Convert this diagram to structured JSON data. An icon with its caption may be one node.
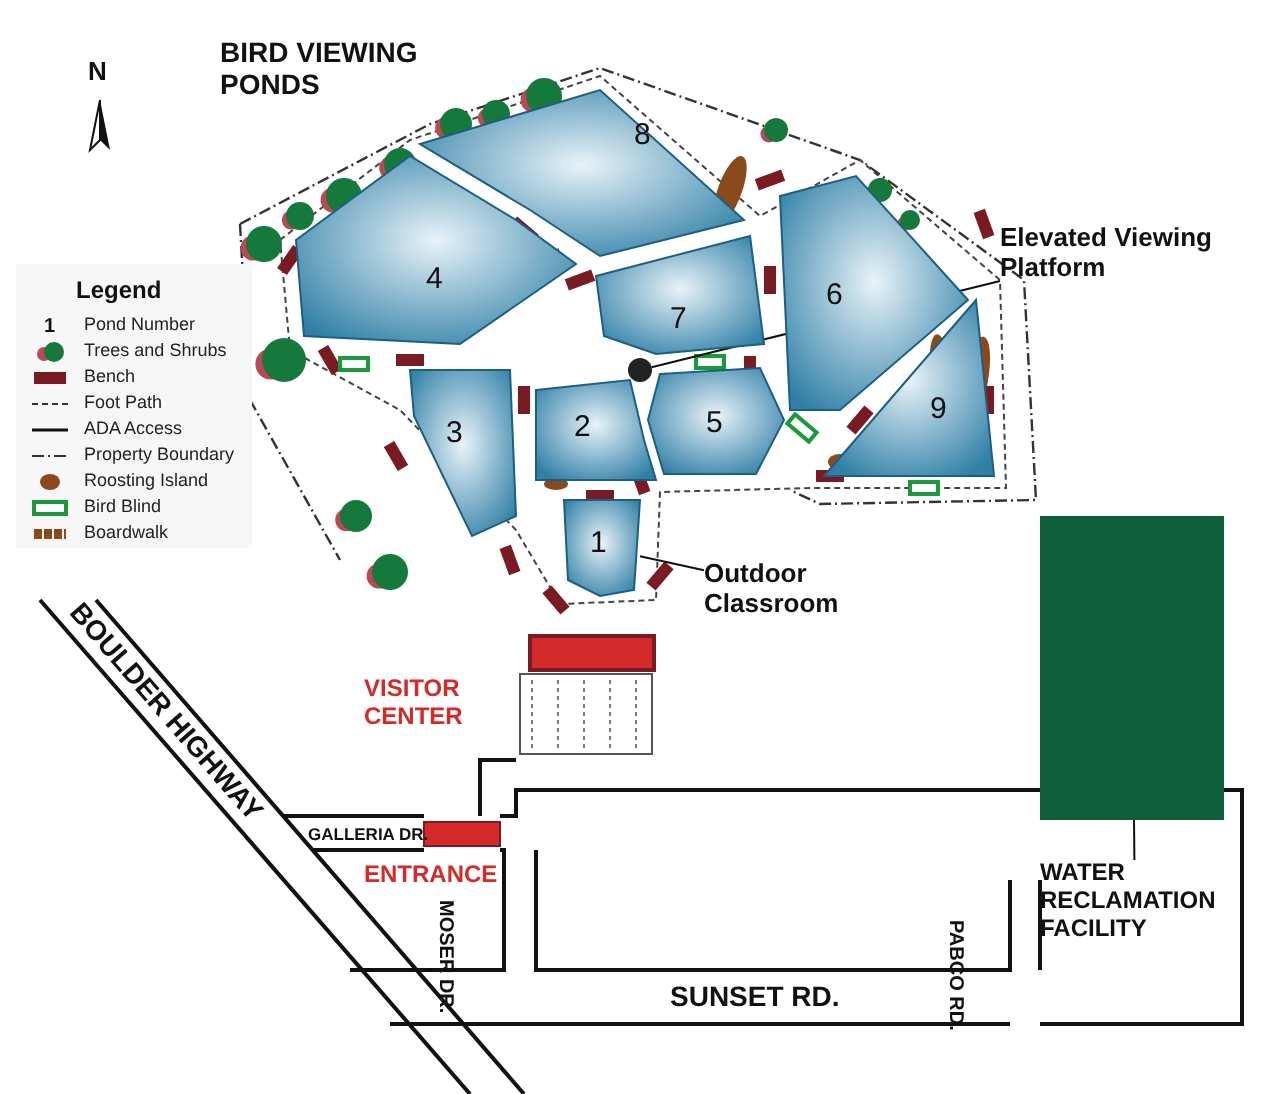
{
  "diagram": {
    "nodes": [
      {
        "text": [
          "8"
        ]
      },
      {
        "text": [
          "4"
        ]
      },
      {
        "text": [
          "7"
        ]
      },
      {
        "text": [
          "6"
        ]
      },
      {
        "text": [
          "3"
        ]
      },
      {
        "text": [
          "2"
        ]
      },
      {
        "text": [
          "5"
        ]
      },
      {
        "text": [
          "9"
        ]
      },
      {
        "text": [
          "1"
        ]
      },
      {
        "text": [],
        "shape": "circle"
      },
      {
        "text": [
          "Elevated Viewing Platform"
        ]
      },
      {
        "text": [
          "Outdoor Classroom"
        ]
      },
      {
        "text": [],
        "shape": "box"
      },
      {
        "text": [
          "WATER RECLAMATION FACILITY"
        ]
      }
    ],
    "edges": [
      {
        "from": 10,
        "to": 9,
        "arrow": "none"
      },
      {
        "from": 11,
        "to": 8,
        "arrow": "none"
      },
      {
        "from": 13,
        "to": 12,
        "arrow": "none"
      }
    ],
    "labels": [
      "N",
      "BIRD VIEWING PONDS",
      "Legend",
      "1",
      "VISITOR CENTER",
      "BOULDER HIGHWAY",
      "GALLERIA DR.",
      "ENTRANCE",
      "MOSER DR.",
      "SUNSET RD.",
      "PABCO RD."
    ],
    "legend": [
      {
        "text": "Pond Number"
      },
      {
        "text": "Trees and Shrubs"
      },
      {
        "text": "Bench",
        "color": "#7a1a22"
      },
      {
        "text": "Foot Path"
      },
      {
        "text": "ADA Access"
      },
      {
        "text": "Property Boundary"
      },
      {
        "text": "Roosting Island",
        "color": "#8a4a1c"
      },
      {
        "text": "Bird Blind"
      },
      {
        "text": "Boardwalk"
      }
    ]
  }
}
